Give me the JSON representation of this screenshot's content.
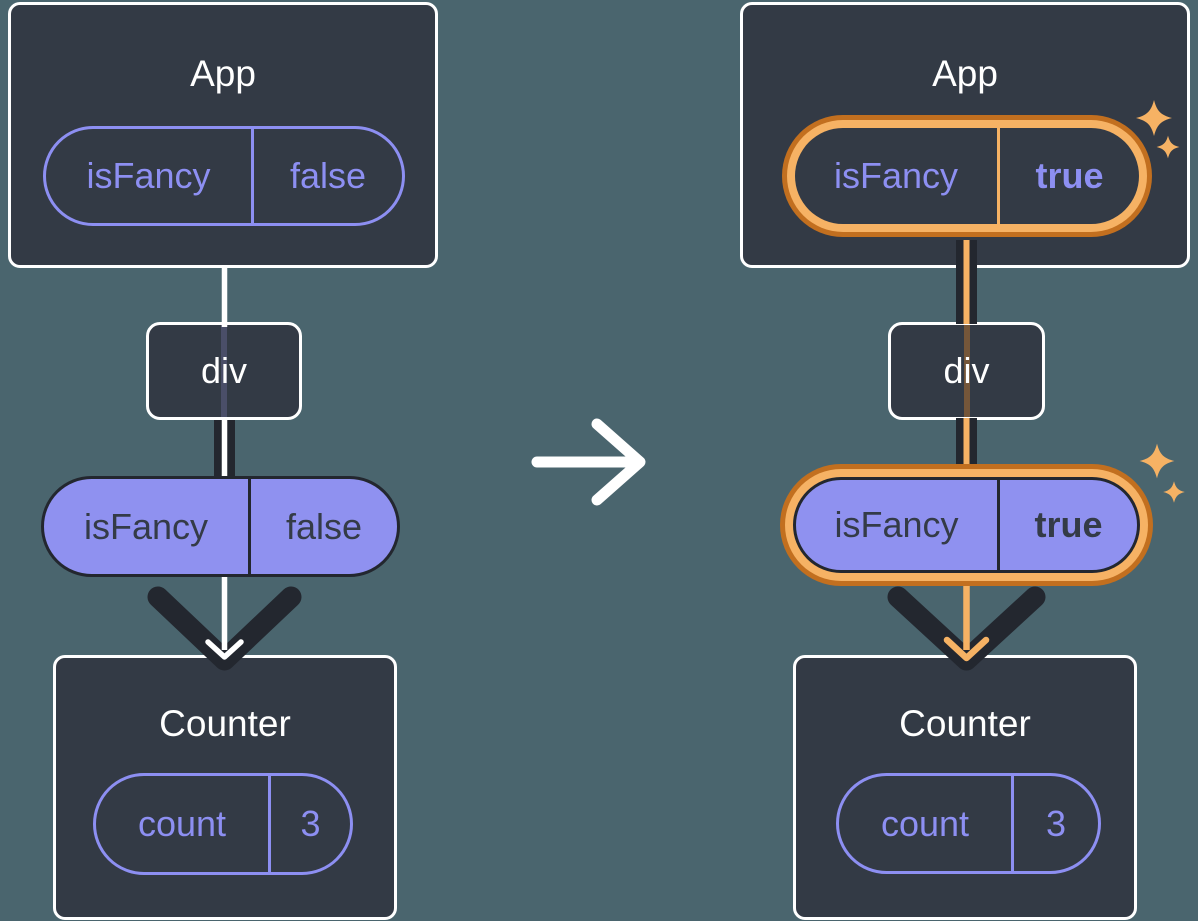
{
  "colors": {
    "background": "#4a656e",
    "card_fill": "#333a45",
    "card_border": "#ffffff",
    "purple": "#8d8ff2",
    "purple_pill_fill": "#8f91f0",
    "ink_dark": "#23272f",
    "highlight_orange": "#f6b264",
    "highlight_orange_dark": "#c26f1f",
    "flow_line_before": "#ffffff",
    "flow_line_after": "#f6b264"
  },
  "panels": {
    "before": {
      "app": {
        "title": "App",
        "prop_pill": {
          "key": "isFancy",
          "value": "false"
        }
      },
      "div": {
        "label": "div"
      },
      "passed_prop_pill": {
        "key": "isFancy",
        "value": "false"
      },
      "counter": {
        "title": "Counter",
        "state_pill": {
          "key": "count",
          "value": "3"
        }
      }
    },
    "after": {
      "app": {
        "title": "App",
        "prop_pill": {
          "key": "isFancy",
          "value": "true"
        }
      },
      "div": {
        "label": "div"
      },
      "passed_prop_pill": {
        "key": "isFancy",
        "value": "true"
      },
      "counter": {
        "title": "Counter",
        "state_pill": {
          "key": "count",
          "value": "3"
        }
      }
    }
  }
}
